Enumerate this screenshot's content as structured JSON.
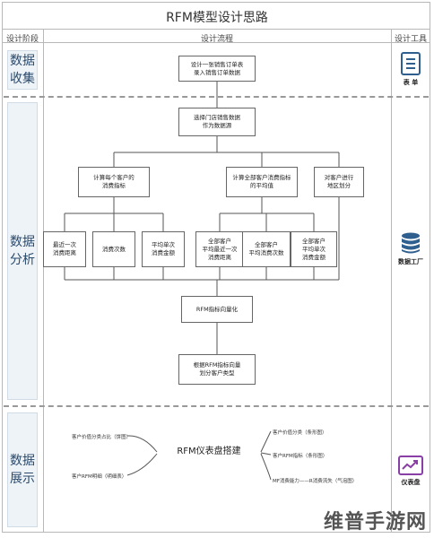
{
  "title": "RFM模型设计思路",
  "headers": {
    "stage": "设计阶段",
    "flow": "设计流程",
    "tool": "设计工具"
  },
  "stages": {
    "collect": "数据\n收集",
    "analyze": "数据\n分析",
    "display": "数据\n展示"
  },
  "tools": {
    "form": "表 单",
    "factory": "数据工厂",
    "dashboard": "仪表盘"
  },
  "flow": {
    "sales_order": "设计一张销售订单表\n录入销售订单数据",
    "source": "选择门店销售数据\n作为数据源",
    "per_customer": "计算每个客户的\n消费指标",
    "all_customer": "计算全部客户消费指标\n的平均值",
    "region": "对客户进行\n地区划分",
    "recent": "最近一次\n消费距离",
    "count": "消费次数",
    "avg_amount": "平均单次\n消费金额",
    "avg_recent": "全部客户\n平均最近一次\n消费距离",
    "avg_count": "全部客户\n平均消费次数",
    "avg_single": "全部客户\n平均单次\n消费金额",
    "vectorize": "RFM指标向量化",
    "classify": "根据RFM指标向量\n划分客户类型"
  },
  "dashboard": {
    "hub": "RFM仪表盘搭建",
    "left": [
      "客户价值分类占比（饼图）",
      "客户RFM明细（明细表）"
    ],
    "right": [
      "客户价值分类（条形图）",
      "客户RFM指标（条形图）",
      "MF消费能力——R消费流失（气泡图）"
    ]
  },
  "watermark": "维普手游网",
  "colors": {
    "stage_bg": "#eef3f8",
    "stage_text": "#2b4a6b",
    "icon_blue": "#2f5f8f",
    "icon_purple": "#8a3fa6"
  },
  "icons": [
    "form-icon",
    "database-icon",
    "dashboard-icon"
  ]
}
